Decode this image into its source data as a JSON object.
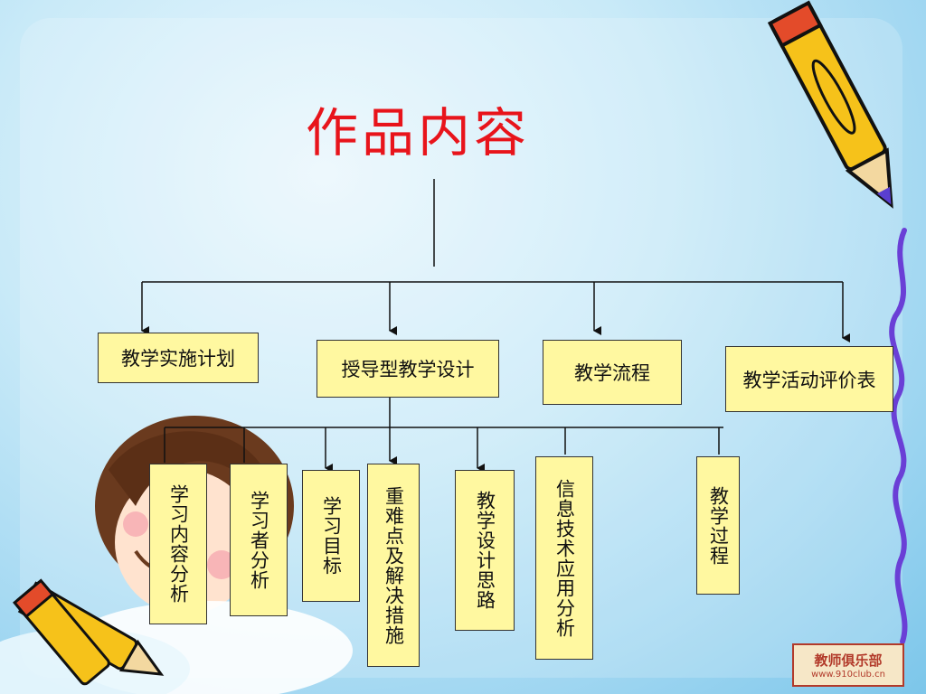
{
  "title": "作品内容",
  "level1": [
    "教学实施计划",
    "授导型教学设计",
    "教学流程",
    "教学活动评价表"
  ],
  "level2": [
    "学习内容分析",
    "学习者分析",
    "学习目标",
    "重难点及解决措施",
    "教学设计思路",
    "信息技术应用分析",
    "教学过程"
  ],
  "logo": {
    "line1": "教师俱乐部",
    "line2": "www.910club.cn"
  },
  "colors": {
    "title": "#e8141b",
    "box_fill": "#fff8a0",
    "background": "#c9eaf8"
  }
}
